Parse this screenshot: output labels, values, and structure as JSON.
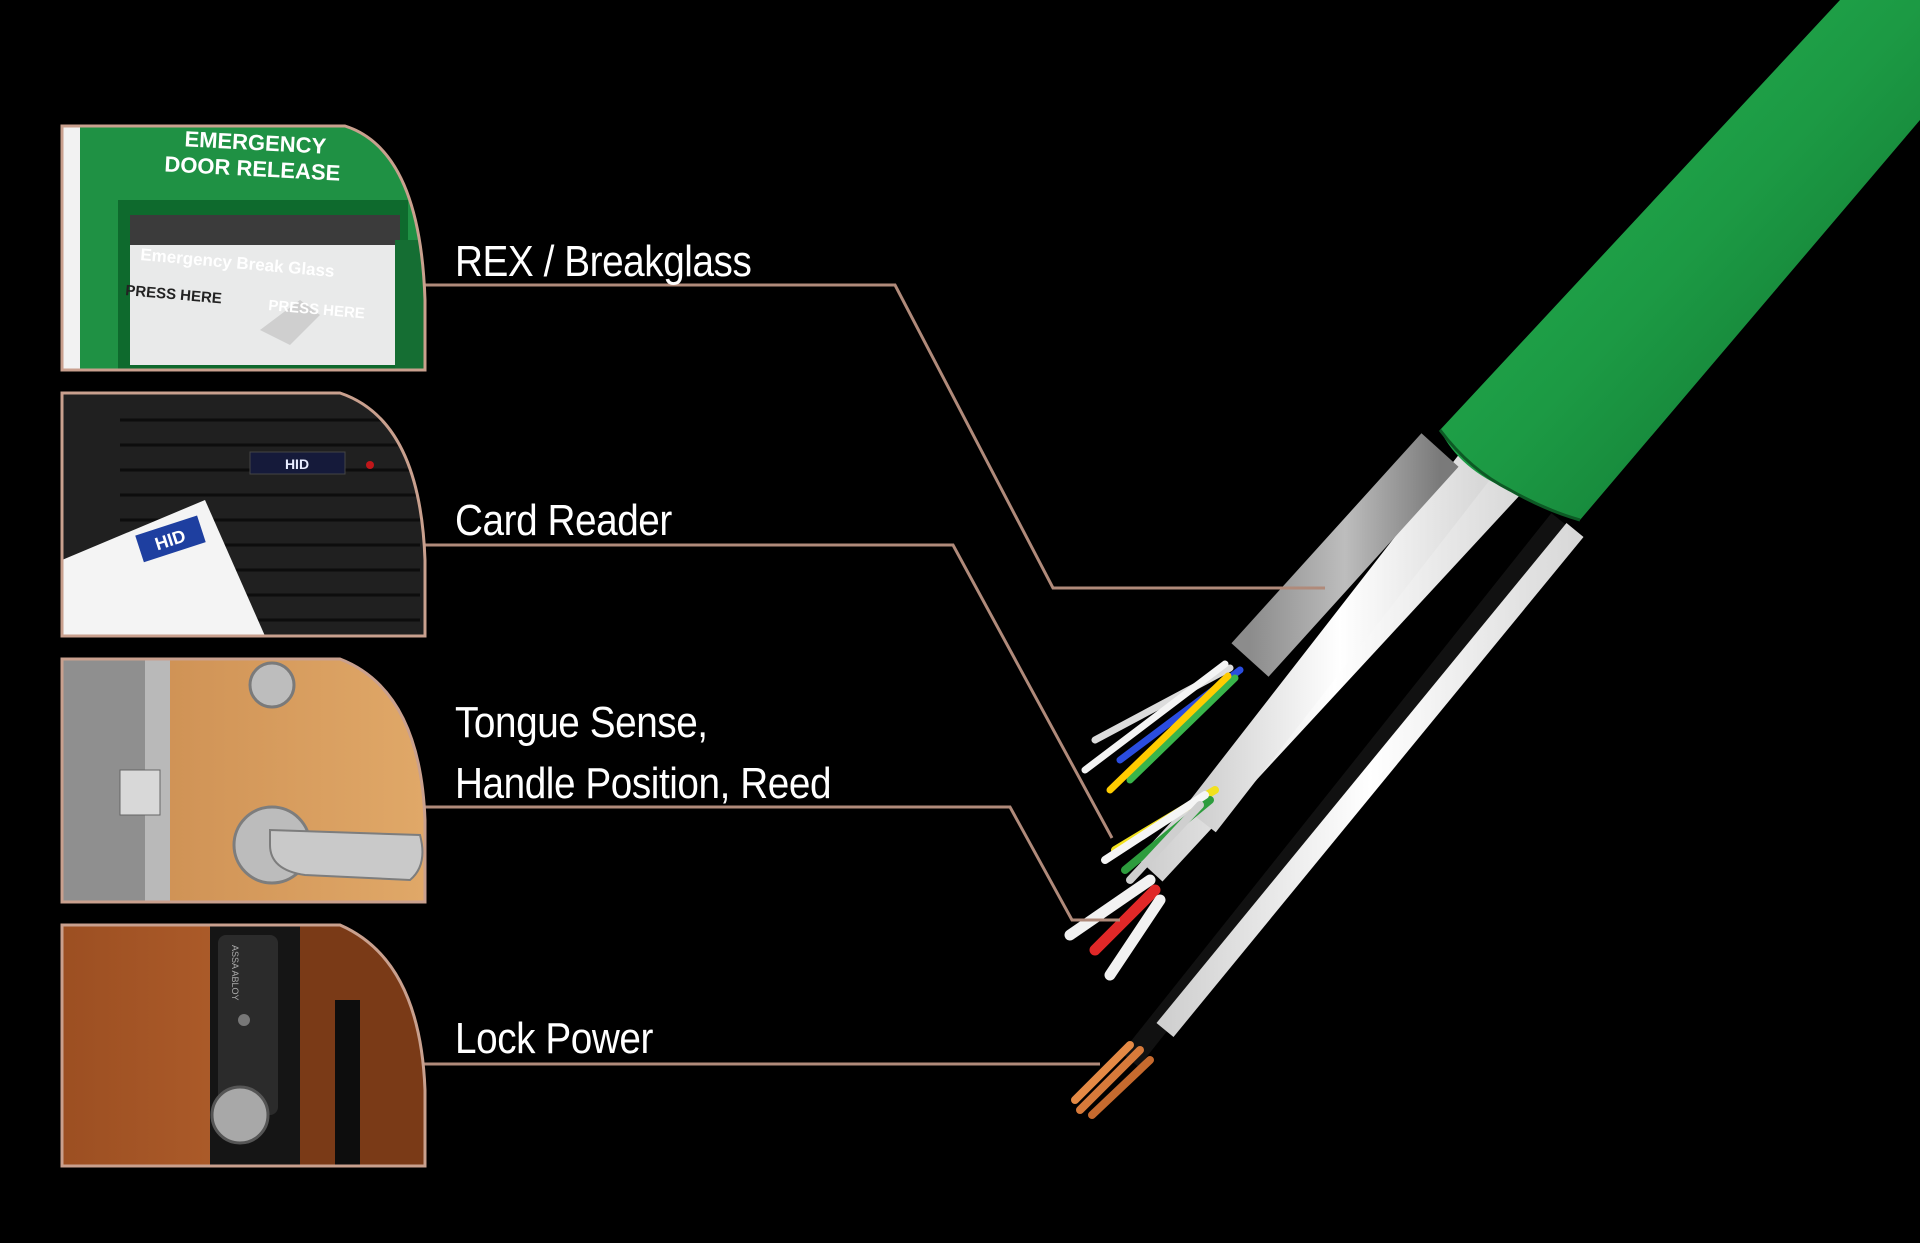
{
  "labels": {
    "rex": "REX / Breakglass",
    "card_reader": "Card Reader",
    "tongue_line1": "Tongue Sense,",
    "tongue_line2": "Handle Position, Reed",
    "lock_power": "Lock Power"
  },
  "panels": {
    "rex": {
      "sign_line1": "EMERGENCY",
      "sign_line2": "DOOR RELEASE",
      "glass_text": "Emergency Break Glass",
      "press_left": "PRESS HERE",
      "press_right": "PRESS HERE"
    },
    "card_reader": {
      "reader_logo": "HID",
      "card_logo": "HID"
    },
    "lock_power": {
      "lock_brand": "ASSA ABLOY"
    }
  },
  "colors": {
    "background": "#000000",
    "leader_line": "#b08a7a",
    "panel_border": "#c9a08e",
    "cable_jacket": "#1f9a46"
  }
}
